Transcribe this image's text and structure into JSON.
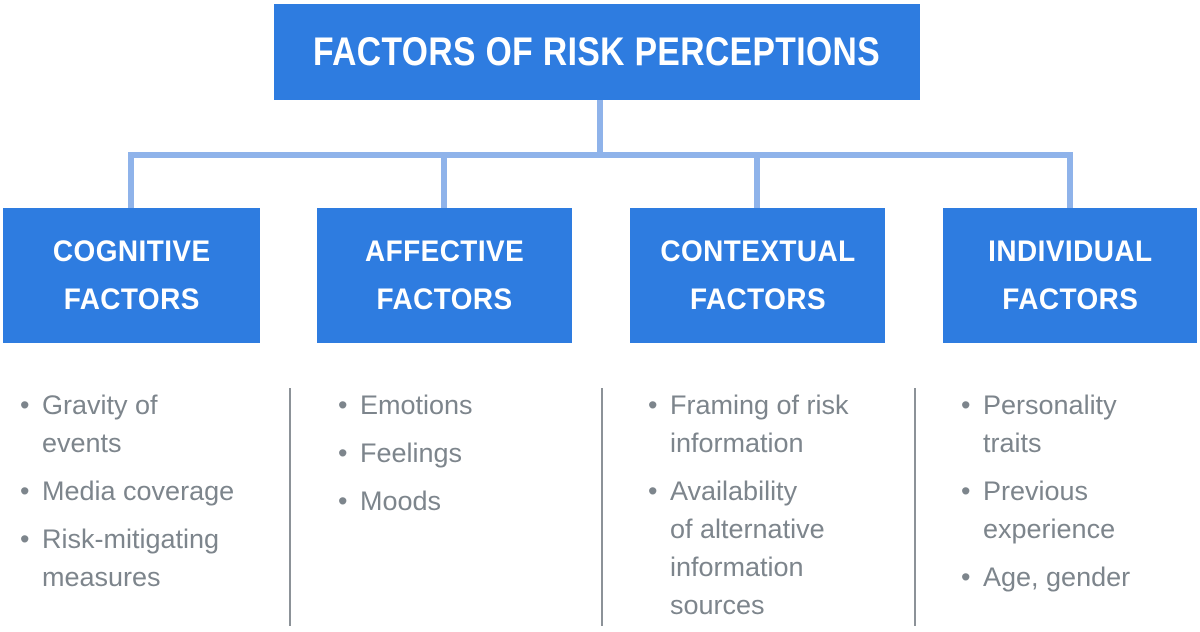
{
  "diagram": {
    "title": "FACTORS OF RISK PERCEPTIONS",
    "bullet_glyph": "•",
    "colors": {
      "box_blue": "#2e7ce0",
      "connector_blue": "#8fb3ea",
      "text_gray": "#7d858c",
      "divider_gray": "#8c9298"
    },
    "branches": [
      {
        "id": "cognitive",
        "label": "COGNITIVE\nFACTORS",
        "items": [
          "Gravity of\nevents",
          "Media coverage",
          "Risk-mitigating\nmeasures"
        ]
      },
      {
        "id": "affective",
        "label": "AFFECTIVE\nFACTORS",
        "items": [
          "Emotions",
          "Feelings",
          "Moods"
        ]
      },
      {
        "id": "contextual",
        "label": "CONTEXTUAL\nFACTORS",
        "items": [
          "Framing of risk\ninformation",
          "Availability\nof alternative\ninformation\nsources"
        ]
      },
      {
        "id": "individual",
        "label": "INDIVIDUAL\nFACTORS",
        "items": [
          "Personality\ntraits",
          "Previous\nexperience",
          "Age, gender"
        ]
      }
    ]
  }
}
